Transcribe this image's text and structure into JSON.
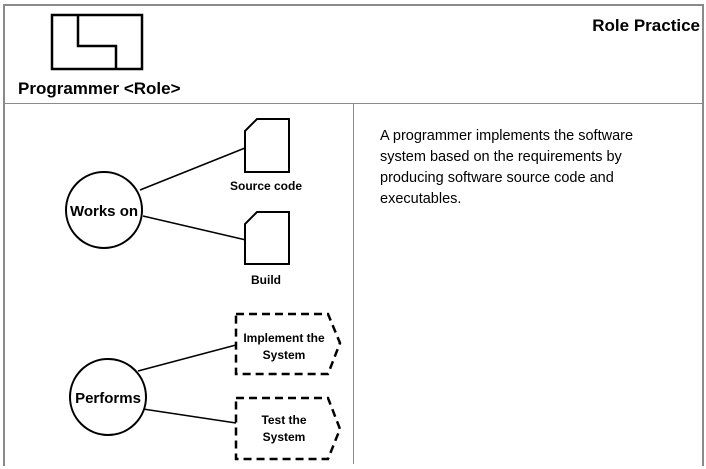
{
  "header": {
    "practice_title": "Role Practice",
    "role_title": "Programmer <Role>",
    "role_icon": "role-icon"
  },
  "diagram": {
    "works_on": {
      "label": "Works on",
      "work_products": [
        "Source code",
        "Build"
      ]
    },
    "performs": {
      "label": "Performs",
      "activities": [
        {
          "line1": "Implement the",
          "line2": "System"
        },
        {
          "line1": "Test the",
          "line2": "System"
        }
      ]
    }
  },
  "description": "A programmer implements the software system based on the requirements by producing software source code and executables."
}
